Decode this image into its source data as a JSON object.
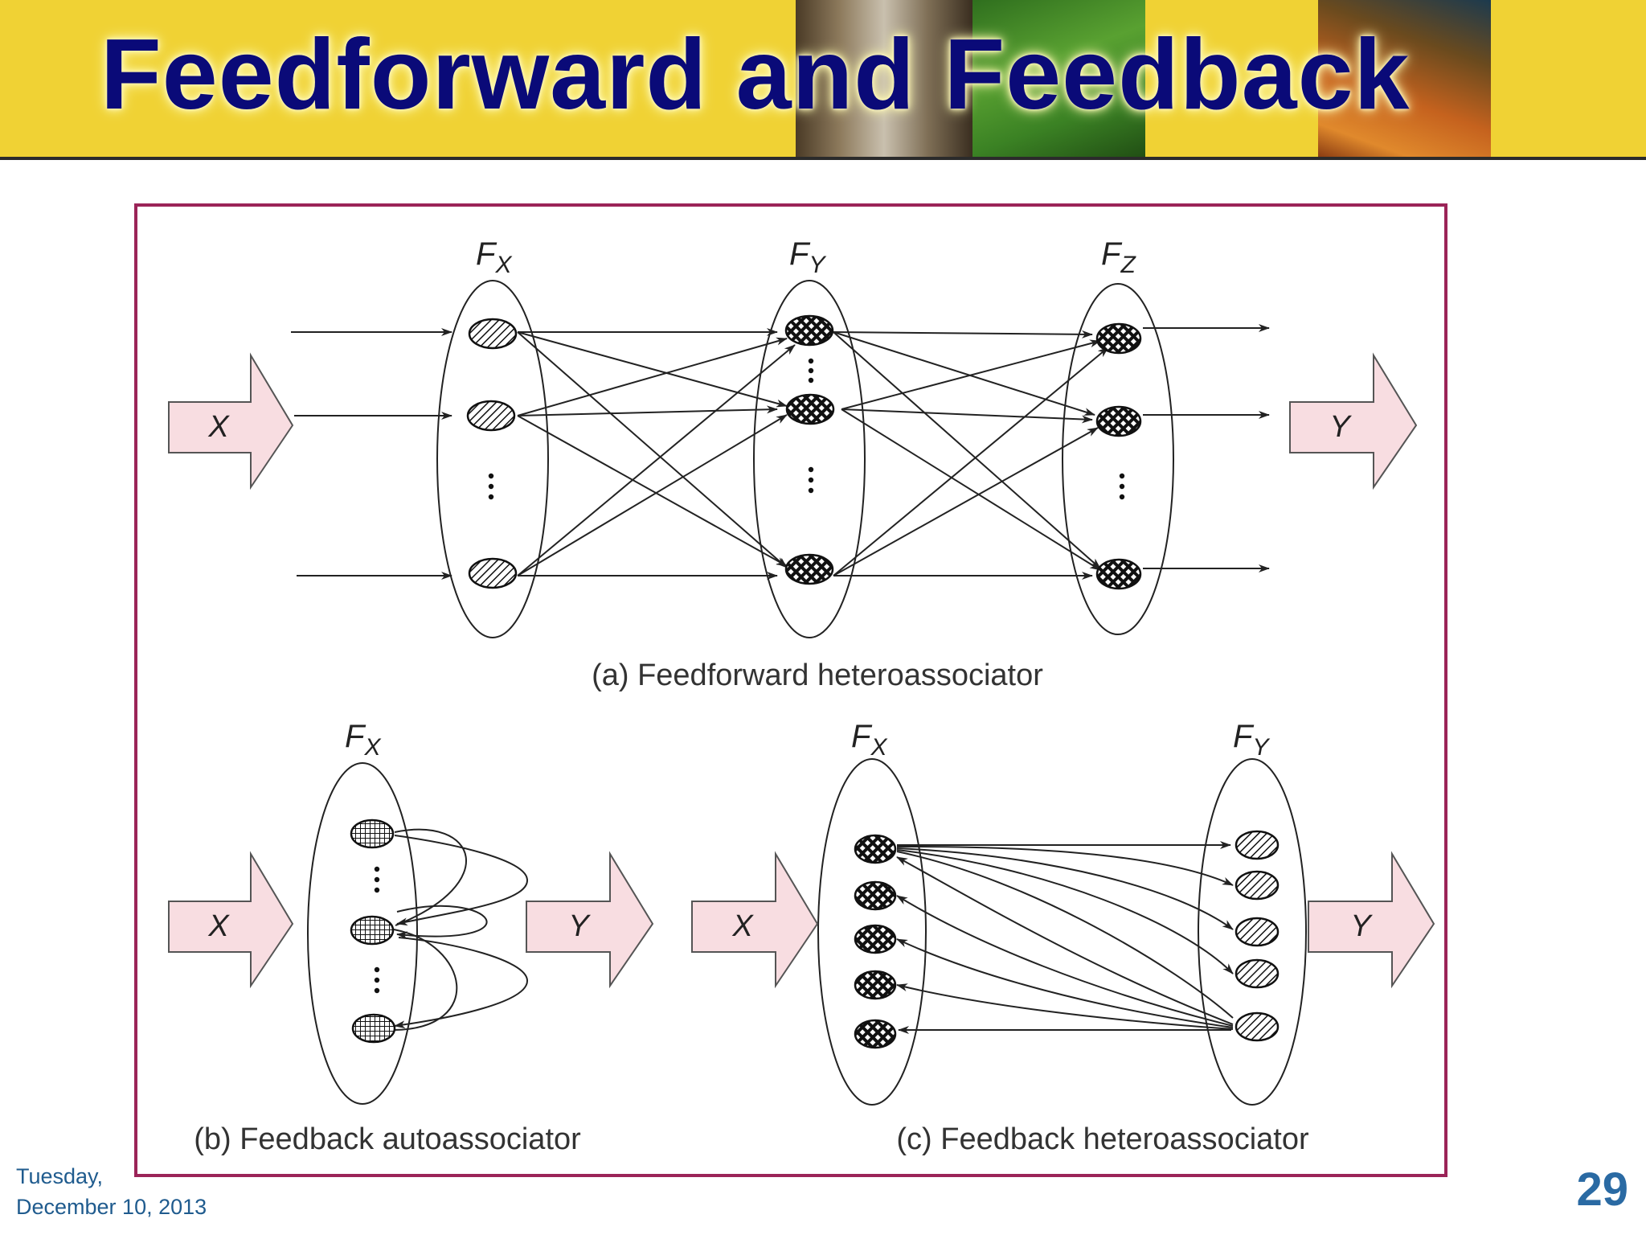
{
  "slide": {
    "title": "Feedforward and Feedback",
    "date_line1": "Tuesday,",
    "date_line2": "December 10, 2013",
    "page_number": "29"
  },
  "diagram_a": {
    "caption": "(a) Feedforward heteroassociator",
    "layer1": "F",
    "layer1_sub": "X",
    "layer2": "F",
    "layer2_sub": "Y",
    "layer3": "F",
    "layer3_sub": "Z",
    "input": "X",
    "output": "Y"
  },
  "diagram_b": {
    "caption": "(b) Feedback autoassociator",
    "layer": "F",
    "layer_sub": "X",
    "input": "X",
    "output": "Y"
  },
  "diagram_c": {
    "caption": "(c) Feedback heteroassociator",
    "layer1": "F",
    "layer1_sub": "X",
    "layer2": "F",
    "layer2_sub": "Y",
    "input": "X",
    "output": "Y"
  },
  "colors": {
    "banner": "#f0d234",
    "title": "#0a0a78",
    "frame": "#9b2458",
    "arrow_fill": "#f8dde1",
    "footer": "#1f5b8e"
  }
}
